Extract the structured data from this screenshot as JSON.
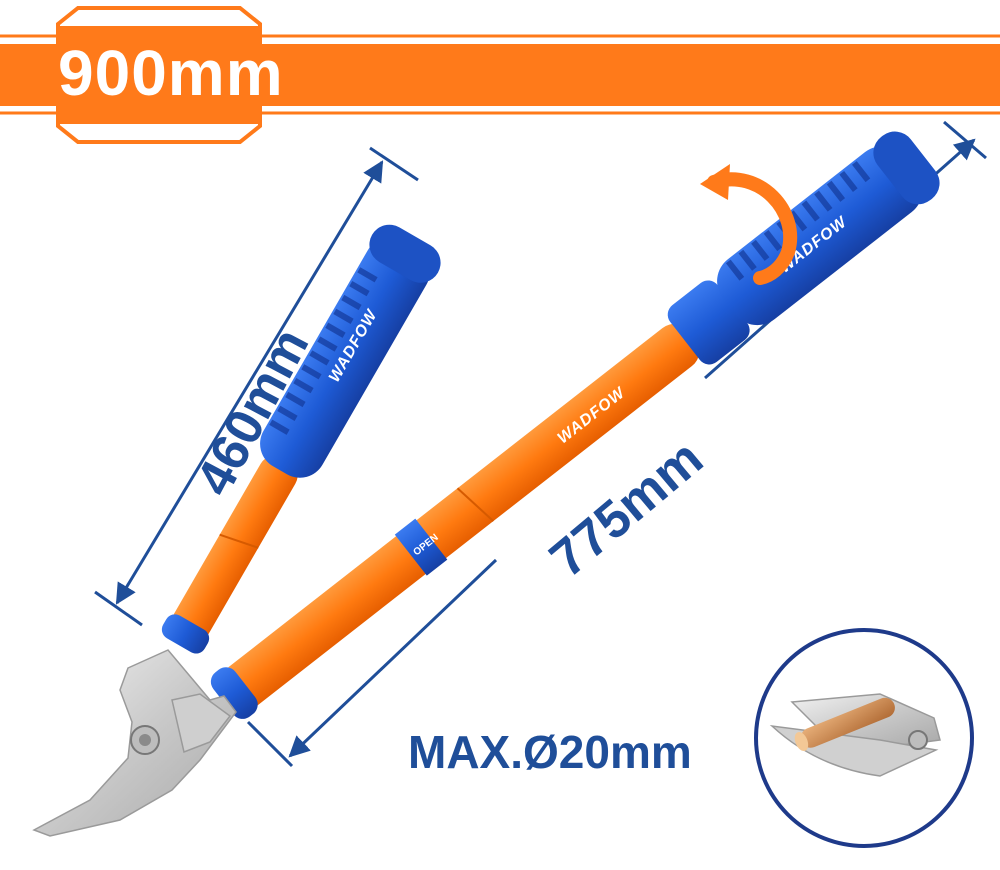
{
  "banner": {
    "length_label": "900mm",
    "color": "#ff7a1a"
  },
  "dimensions": {
    "short_handle": "460mm",
    "long_handle": "775mm"
  },
  "capacity": {
    "label": "MAX.Ø20mm"
  },
  "brand": {
    "name": "WADFOW"
  },
  "lock_marker": {
    "label": "OPEN"
  },
  "colors": {
    "orange": "#ff7a1a",
    "blue": "#1e5bd6",
    "dimension_text": "#1f4e99",
    "blade": "#d7d7d7"
  },
  "icons": {
    "twist": "curved-arrow-icon",
    "dimension": "double-arrow-icon",
    "detail": "circular-detail-inset"
  }
}
